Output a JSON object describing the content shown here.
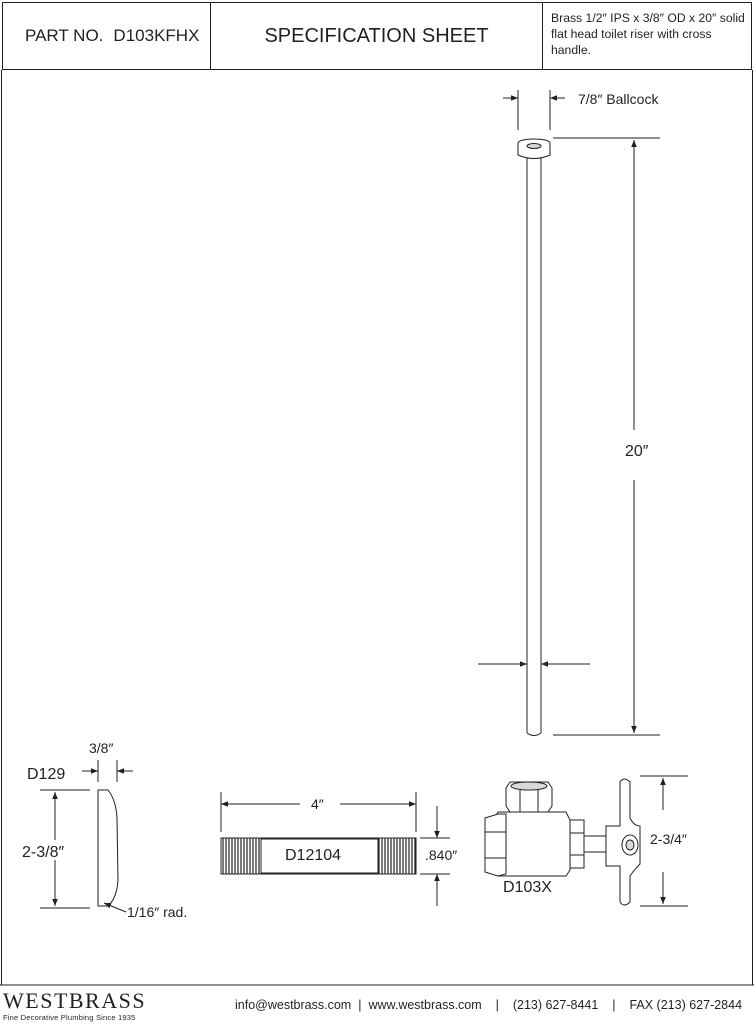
{
  "header": {
    "part_label": "PART NO.",
    "part_number": "D103KFHX",
    "title": "SPECIFICATION SHEET",
    "description": "Brass 1/2″ IPS x 3/8″ OD x 20″ solid flat head toilet riser with cross handle."
  },
  "riser": {
    "top_dim": "7/8″ Ballcock",
    "length_dim": "20″"
  },
  "parts": {
    "d129": {
      "label": "D129",
      "width_dim": "3/8″",
      "height_dim": "2-3/8″",
      "radius_dim": "1/16″ rad."
    },
    "d12104": {
      "label": "D12104",
      "length_dim": "4″",
      "diameter_dim": ".840″"
    },
    "d103x": {
      "label": "D103X",
      "height_dim": "2-3/4″"
    }
  },
  "footer": {
    "brand": "WESTBRASS",
    "tagline": "Fine Decorative Plumbing Since 1935",
    "email": "info@westbrass.com",
    "website": "www.westbrass.com",
    "phone": "(213) 627-8441",
    "fax": "FAX (213) 627-2844"
  }
}
